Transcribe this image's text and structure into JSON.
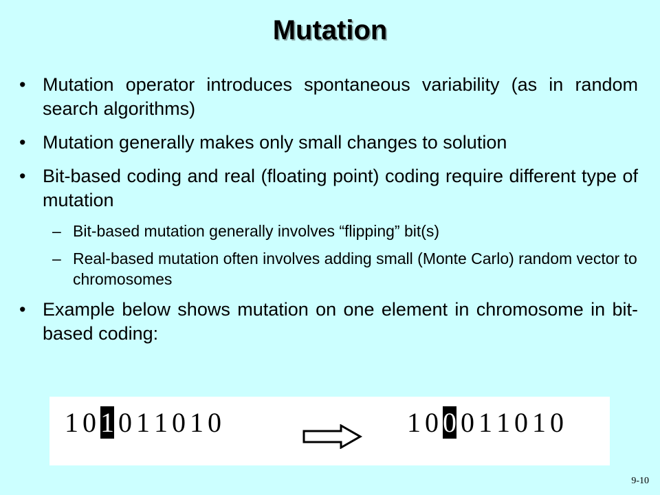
{
  "title": "Mutation",
  "bullets": [
    "Mutation operator introduces spontaneous variability (as in random search algorithms)",
    "Mutation generally makes only small changes to solution",
    "Bit-based coding and real (floating point) coding require different type of mutation"
  ],
  "sub_bullets": [
    "Bit-based mutation generally involves “flipping” bit(s)",
    "Real-based mutation often involves adding small (Monte Carlo) random vector to chromosomes"
  ],
  "example_bullet": "Example below shows mutation on one element in chromosome in bit-based coding:",
  "bullet_glyph": "•",
  "dash_glyph": "–",
  "before_bits": [
    "1",
    "0",
    "1",
    "0",
    "1",
    "1",
    "0",
    "1",
    "0"
  ],
  "after_bits": [
    "1",
    "0",
    "0",
    "0",
    "1",
    "1",
    "0",
    "1",
    "0"
  ],
  "mutated_index": 2,
  "arrow_icon": "double-arrow-right",
  "page_number": "9-10",
  "colors": {
    "background": "#ccffff",
    "example_box": "#ffffff",
    "highlight": "#000000"
  }
}
